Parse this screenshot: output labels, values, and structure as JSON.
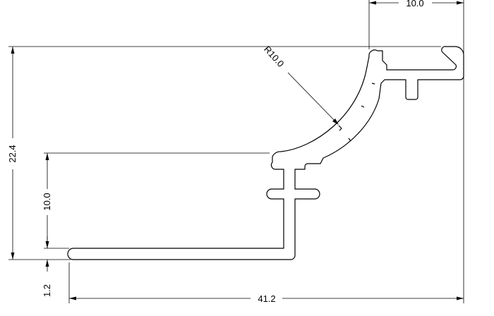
{
  "drawing": {
    "line_color": "#000000",
    "background": "#ffffff",
    "dimensions": {
      "top_width": "10.0",
      "radius": "R10.0",
      "overall_height": "22.4",
      "inner_height": "10.0",
      "base_thickness": "1.2",
      "overall_width": "41.2"
    }
  }
}
